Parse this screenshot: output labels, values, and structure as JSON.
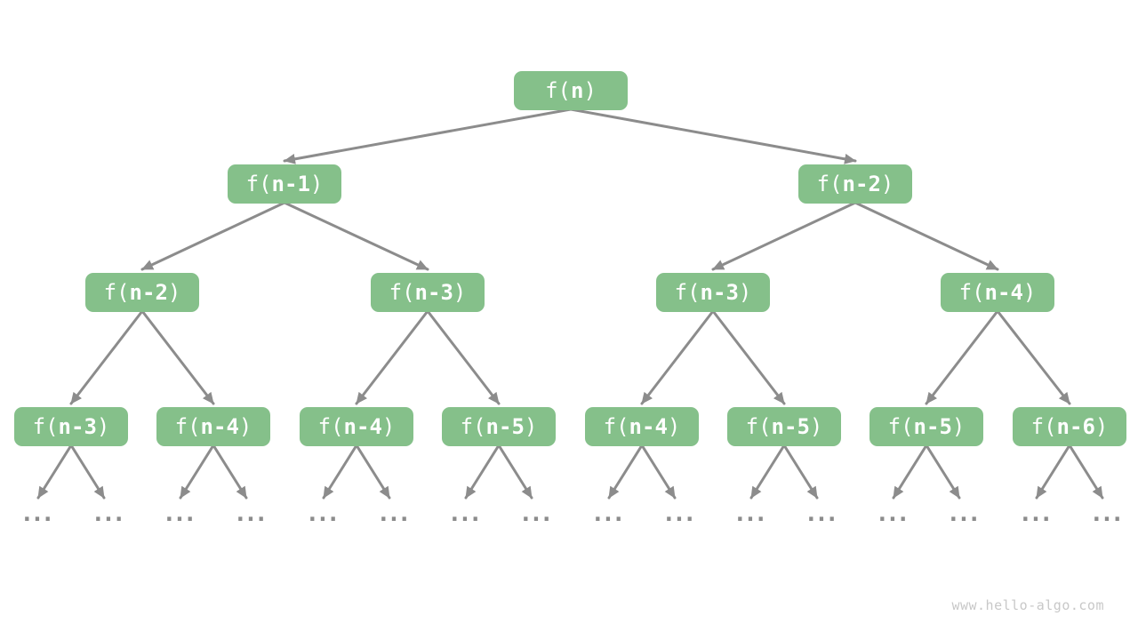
{
  "diagram": {
    "type": "recursion-tree",
    "watermark": "www.hello-algo.com",
    "ellipsis_text": "...",
    "colors": {
      "node_fill": "#85C08A",
      "node_text": "#FFFFFF",
      "edge": "#8C8C8C",
      "ellipsis": "#8C8C8C",
      "watermark": "#C8C8C8",
      "background": "#FFFFFF"
    },
    "levels": [
      {
        "nodes": [
          {
            "label": "f(n)",
            "pre": "f(",
            "arg": "n",
            "post": ")"
          }
        ]
      },
      {
        "nodes": [
          {
            "label": "f(n-1)",
            "pre": "f(",
            "arg": "n-1",
            "post": ")"
          },
          {
            "label": "f(n-2)",
            "pre": "f(",
            "arg": "n-2",
            "post": ")"
          }
        ]
      },
      {
        "nodes": [
          {
            "label": "f(n-2)",
            "pre": "f(",
            "arg": "n-2",
            "post": ")"
          },
          {
            "label": "f(n-3)",
            "pre": "f(",
            "arg": "n-3",
            "post": ")"
          },
          {
            "label": "f(n-3)",
            "pre": "f(",
            "arg": "n-3",
            "post": ")"
          },
          {
            "label": "f(n-4)",
            "pre": "f(",
            "arg": "n-4",
            "post": ")"
          }
        ]
      },
      {
        "nodes": [
          {
            "label": "f(n-3)",
            "pre": "f(",
            "arg": "n-3",
            "post": ")"
          },
          {
            "label": "f(n-4)",
            "pre": "f(",
            "arg": "n-4",
            "post": ")"
          },
          {
            "label": "f(n-4)",
            "pre": "f(",
            "arg": "n-4",
            "post": ")"
          },
          {
            "label": "f(n-5)",
            "pre": "f(",
            "arg": "n-5",
            "post": ")"
          },
          {
            "label": "f(n-4)",
            "pre": "f(",
            "arg": "n-4",
            "post": ")"
          },
          {
            "label": "f(n-5)",
            "pre": "f(",
            "arg": "n-5",
            "post": ")"
          },
          {
            "label": "f(n-5)",
            "pre": "f(",
            "arg": "n-5",
            "post": ")"
          },
          {
            "label": "f(n-6)",
            "pre": "f(",
            "arg": "n-6",
            "post": ")"
          }
        ]
      }
    ]
  }
}
